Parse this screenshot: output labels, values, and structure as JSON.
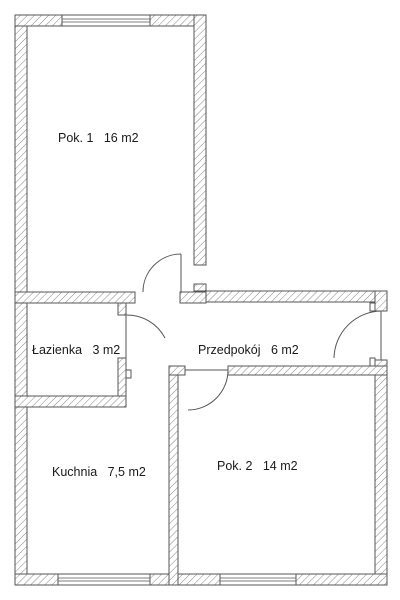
{
  "plan": {
    "colors": {
      "line": "#555555",
      "background": "#ffffff",
      "text": "#1a1a1a"
    },
    "rooms": [
      {
        "id": "pok1",
        "name": "Pok. 1",
        "area": "16 m2",
        "label": "Pok. 1   16 m2"
      },
      {
        "id": "lazienka",
        "name": "Łazienka",
        "area": "3 m2",
        "label": "Łazienka   3 m2"
      },
      {
        "id": "przedpokoj",
        "name": "Przedpokój",
        "area": "6 m2",
        "label": "Przedpokój   6 m2"
      },
      {
        "id": "kuchnia",
        "name": "Kuchnia",
        "area": "7,5 m2",
        "label": "Kuchnia   7,5 m2"
      },
      {
        "id": "pok2",
        "name": "Pok. 2",
        "area": "14 m2",
        "label": "Pok. 2   14 m2"
      }
    ]
  }
}
